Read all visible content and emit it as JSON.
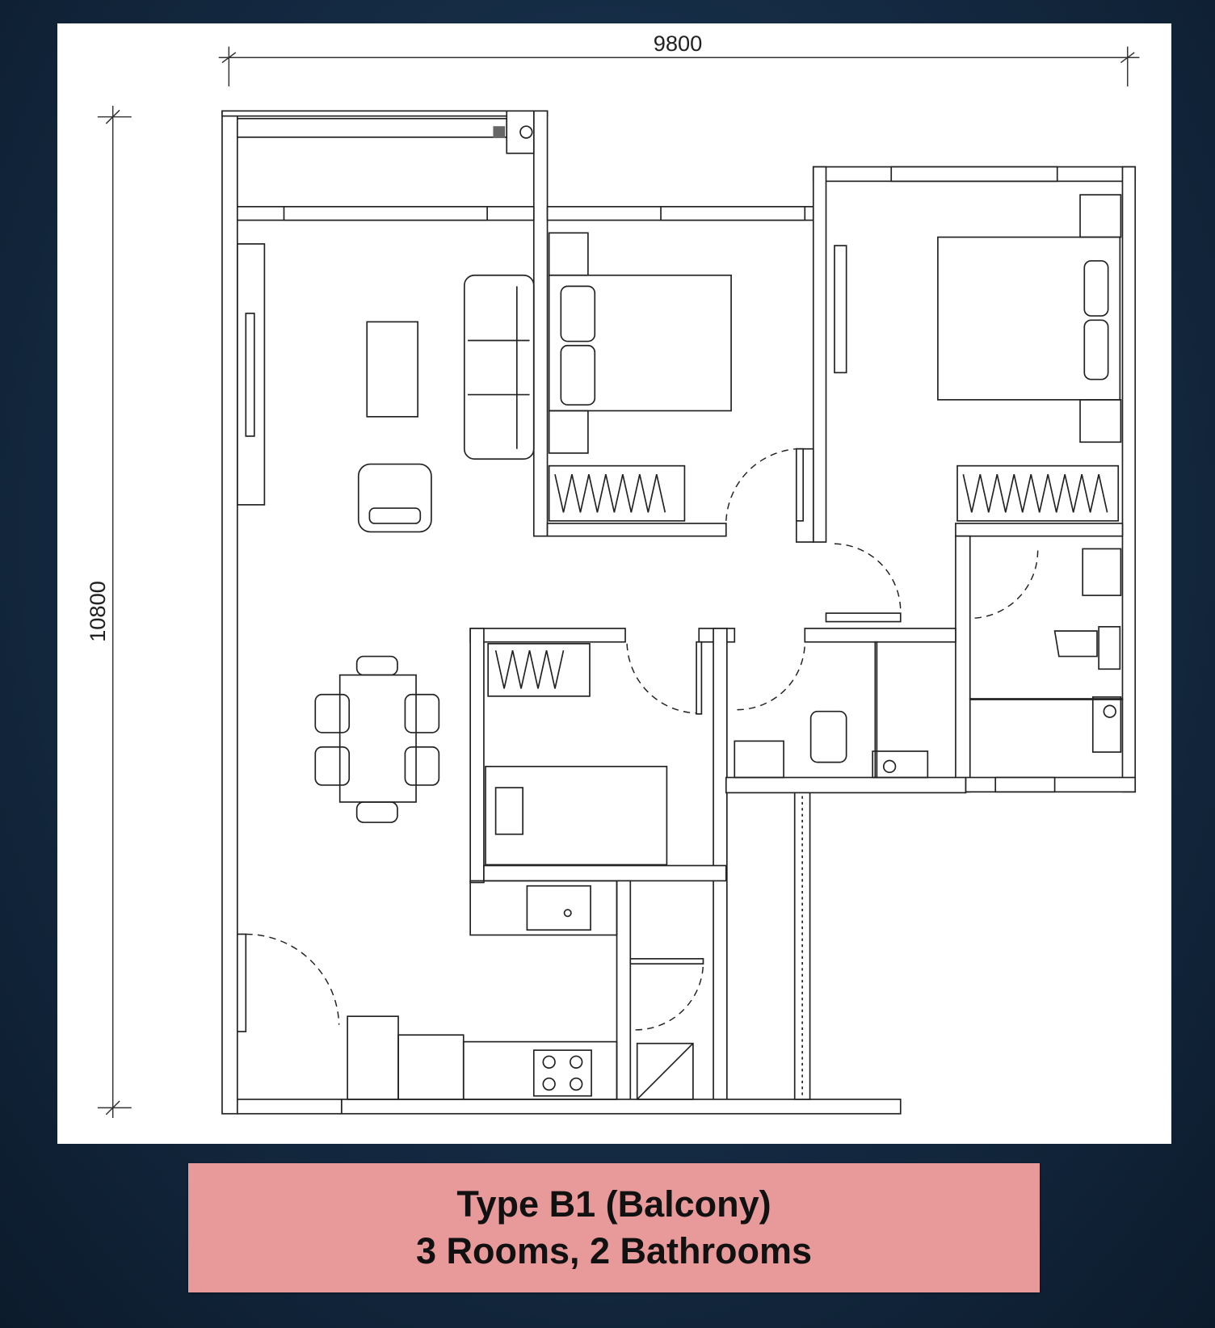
{
  "plan": {
    "width_dimension": "9800",
    "height_dimension": "10800"
  },
  "caption": {
    "line1": "Type B1 (Balcony)",
    "line2": "3 Rooms, 2 Bathrooms"
  },
  "colors": {
    "background": "#142a42",
    "caption_bg": "#e89a9a",
    "panel": "#ffffff"
  }
}
